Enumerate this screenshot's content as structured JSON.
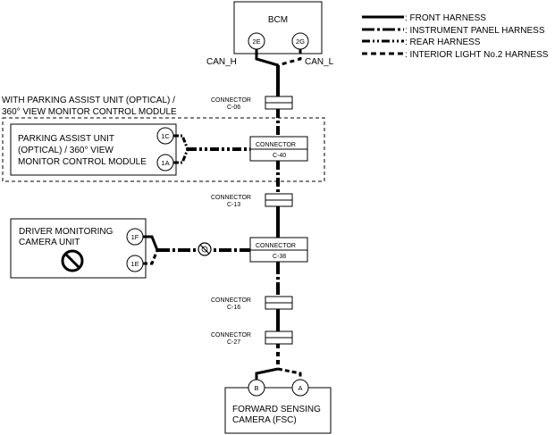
{
  "legend": {
    "front": ": FRONT HARNESS",
    "instrument": ": INSTRUMENT PANEL HARNESS",
    "rear": ": REAR HARNESS",
    "interior": ": INTERIOR LIGHT No.2 HARNESS"
  },
  "bcm": {
    "label": "BCM",
    "pin_left": "2E",
    "pin_right": "2G"
  },
  "can": {
    "high": "CAN_H",
    "low": "CAN_L"
  },
  "connectors": {
    "c06": {
      "title": "CONNECTOR",
      "code": "C-06"
    },
    "c40": {
      "title": "CONNECTOR",
      "code": "C-40"
    },
    "c13": {
      "title": "CONNECTOR",
      "code": "C-13"
    },
    "c38": {
      "title": "CONNECTOR",
      "code": "C-38"
    },
    "c16": {
      "title": "CONNECTOR",
      "code": "C-16"
    },
    "c27": {
      "title": "CONNECTOR",
      "code": "C-27"
    }
  },
  "option_group": {
    "line1": "WITH PARKING ASSIST UNIT (OPTICAL) /",
    "line2": "360° VIEW MONITOR CONTROL MODULE"
  },
  "parking_unit": {
    "line1": "PARKING ASSIST UNIT",
    "line2": "(OPTICAL) / 360° VIEW",
    "line3": "MONITOR CONTROL MODULE",
    "pin_top": "1C",
    "pin_bottom": "1A"
  },
  "driver_camera": {
    "line1": "DRIVER MONITORING",
    "line2": "CAMERA UNIT",
    "pin_top": "1F",
    "pin_bottom": "1E",
    "status_icon": "prohibited-icon"
  },
  "fsc": {
    "line1": "FORWARD SENSING",
    "line2": "CAMERA (FSC)",
    "pin_left": "B",
    "pin_right": "A"
  }
}
